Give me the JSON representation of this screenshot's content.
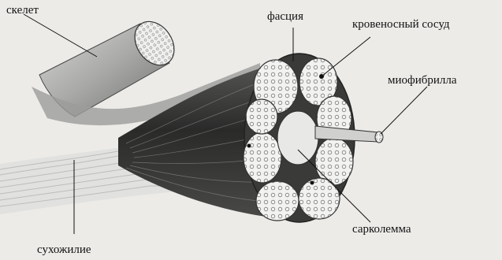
{
  "labels": {
    "skeleton": "скелет",
    "fascia": "фасция",
    "blood_vessel": "кровеносный сосуд",
    "myofibril": "миофибрилла",
    "tendon": "сухожилие",
    "sarcolemma": "сарколемма"
  }
}
